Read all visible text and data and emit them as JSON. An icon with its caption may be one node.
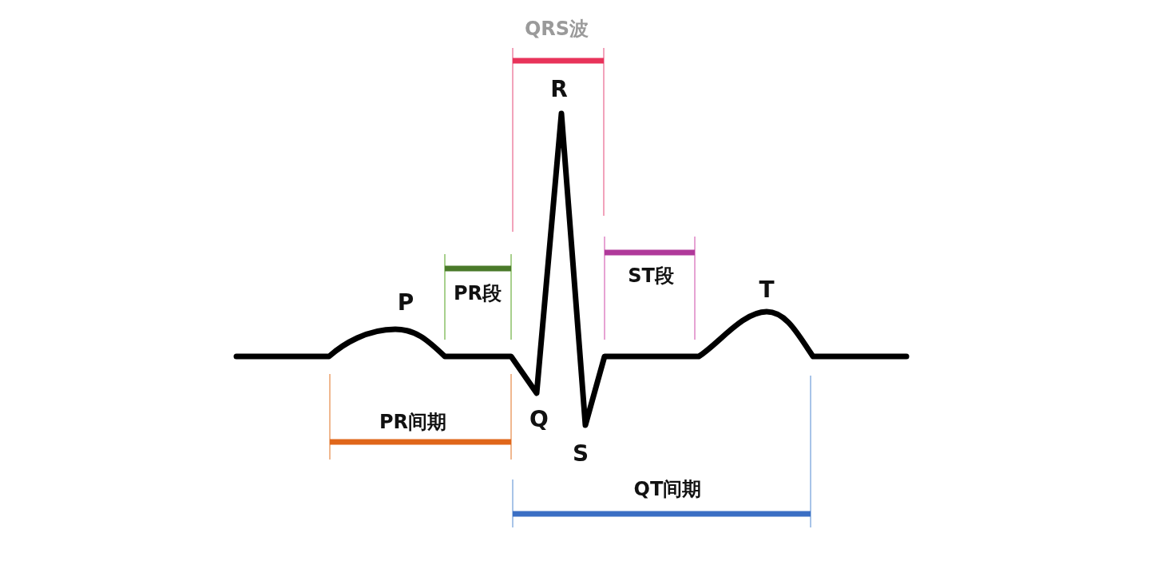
{
  "diagram": {
    "labels": [
      "QRS波",
      "R",
      "ST段",
      "T",
      "PR段",
      "P",
      "Q",
      "PR间期",
      "S",
      "QT间期"
    ]
  }
}
